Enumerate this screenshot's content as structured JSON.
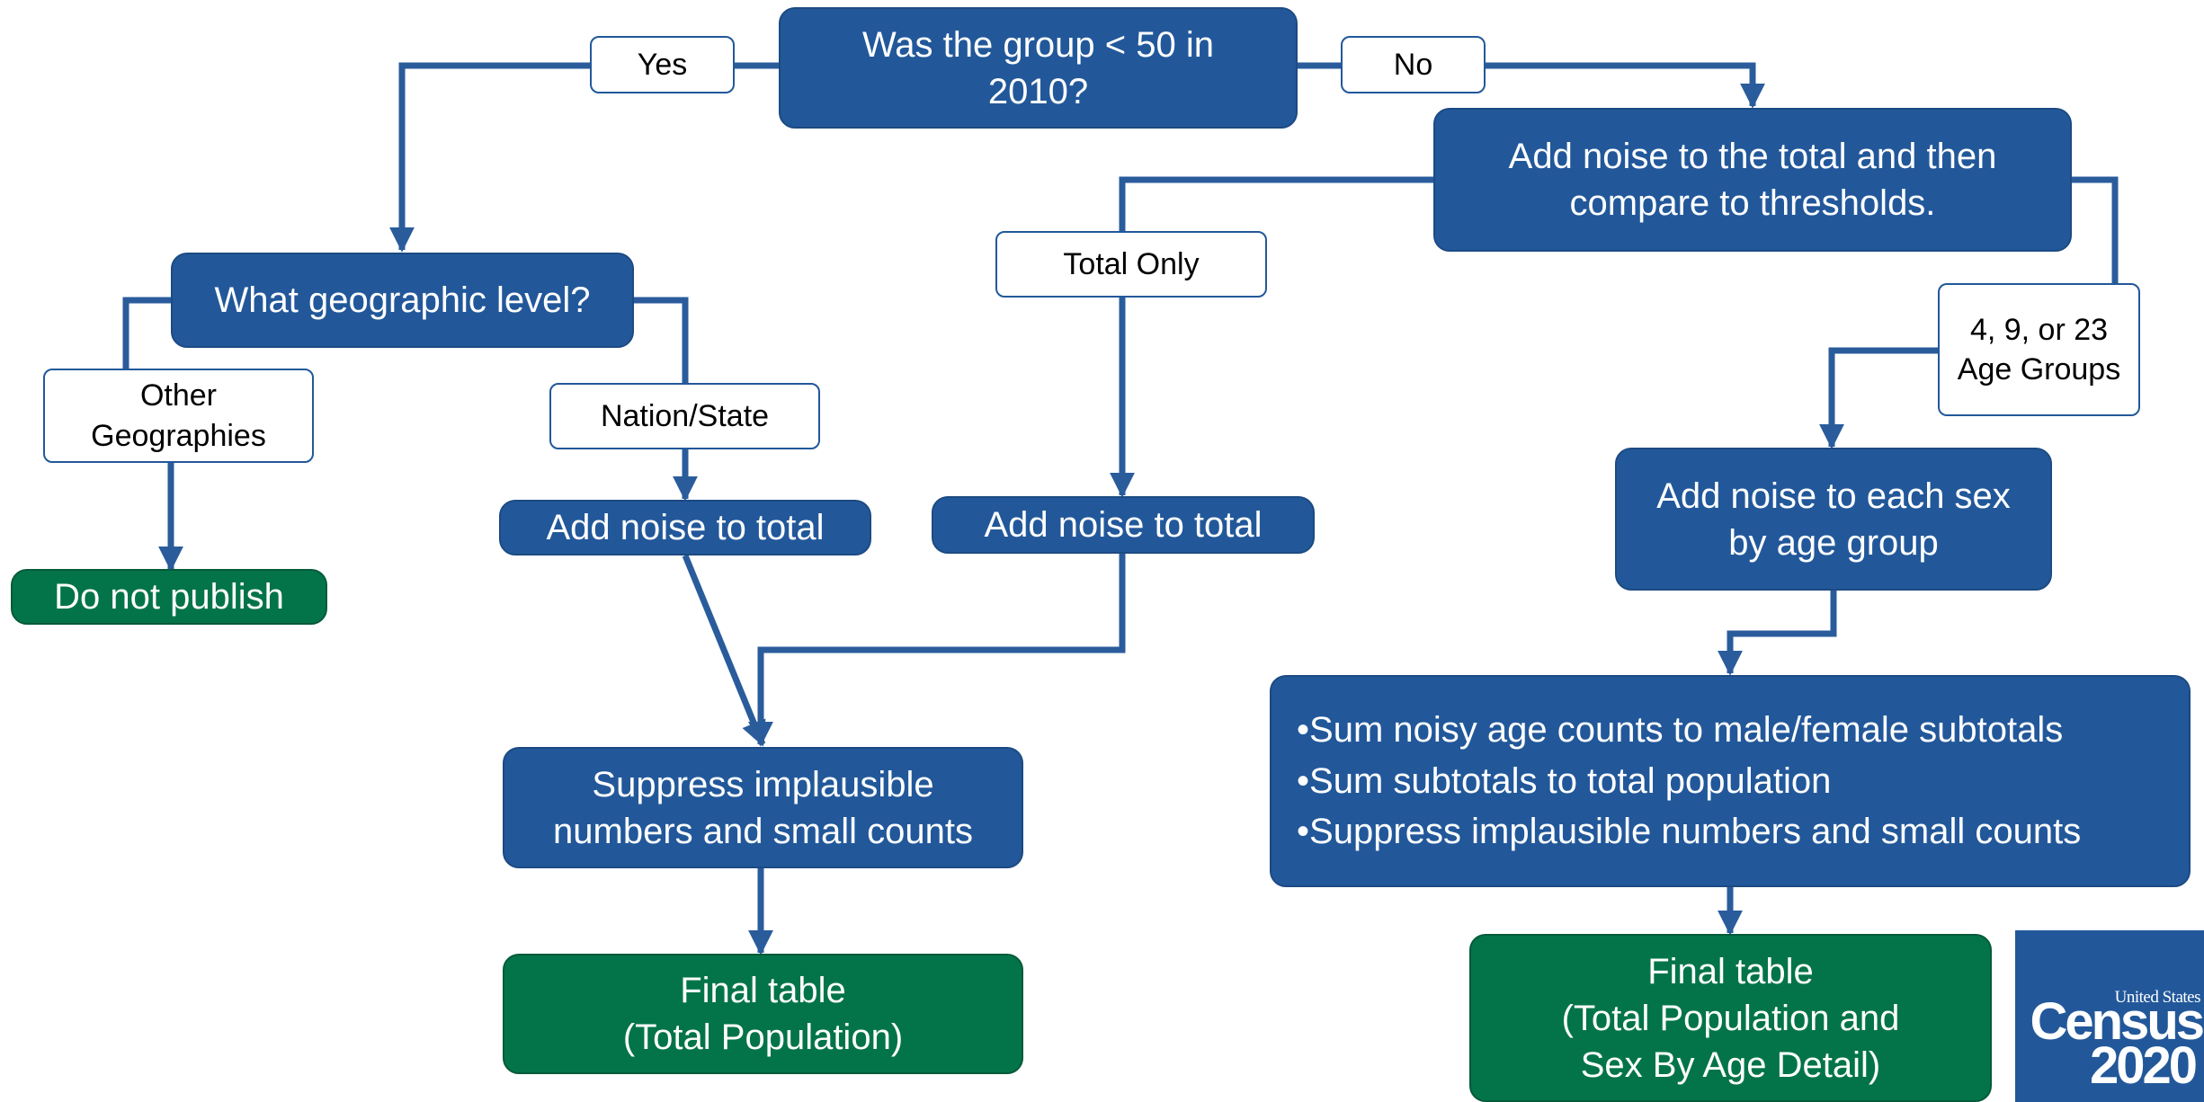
{
  "flowchart": {
    "question": "Was the group < 50 in\n2010?",
    "branch_yes": "Yes",
    "branch_no": "No",
    "geo_question": "What geographic level?",
    "label_other_geographies": "Other\nGeographies",
    "label_nation_state": "Nation/State",
    "do_not_publish": "Do not publish",
    "add_noise_total_left": "Add noise to total",
    "label_total_only": "Total Only",
    "add_noise_total_middle": "Add noise to total",
    "add_noise_compare": "Add noise to the total and then\ncompare to thresholds.",
    "label_age_groups": "4, 9, or 23\nAge Groups",
    "add_noise_sex_age": "Add noise to each sex\nby age group",
    "suppress_left": "Suppress implausible\nnumbers and small counts",
    "steps_right": [
      "Sum noisy age counts to male/female subtotals",
      "Sum subtotals to total population",
      "Suppress implausible numbers and small counts"
    ],
    "final_total": "Final table\n(Total Population)",
    "final_detail": "Final table\n(Total Population and\nSex By Age Detail)"
  },
  "logo": {
    "line1": "United States",
    "line2": "Census",
    "line3": "2020"
  },
  "colors": {
    "process_blue": "#22589a",
    "terminal_green": "#037449",
    "connector": "#2a5c9c"
  }
}
